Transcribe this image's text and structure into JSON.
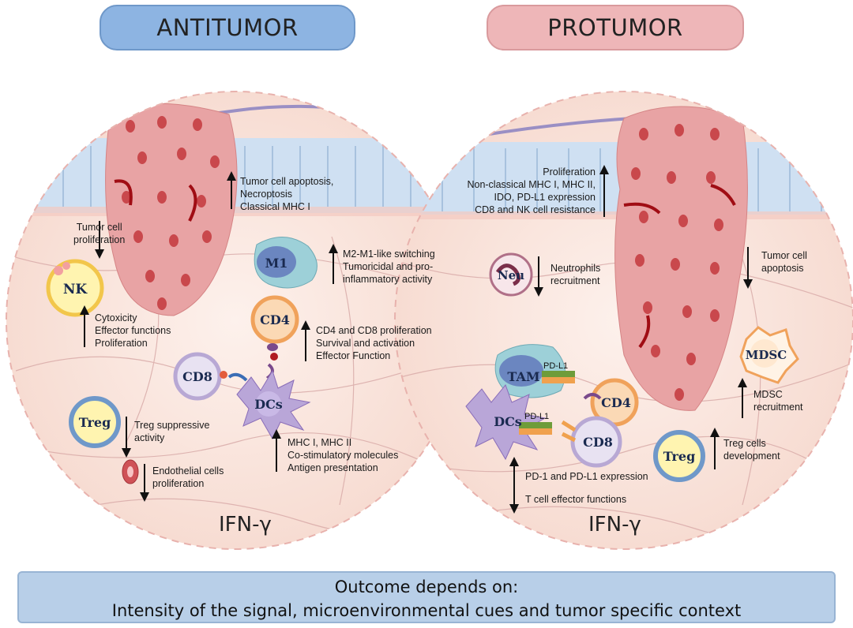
{
  "headers": {
    "antitumor": "ANTITUMOR",
    "protumor": "PROTUMOR"
  },
  "cells": {
    "nk": "NK",
    "m1": "M1",
    "cd4_left": "CD4",
    "cd8_left": "CD8",
    "dcs_left": "DCs",
    "treg_left": "Treg",
    "neu": "Neu",
    "tam": "TAM",
    "dcs_right": "DCs",
    "cd4_right": "CD4",
    "cd8_right": "CD8",
    "mdsc": "MDSC",
    "treg_right": "Treg",
    "pdl1_tam": "PD-L1",
    "pdl1_dcs": "PD-L1"
  },
  "antitumor": {
    "tumor_apoptosis": [
      "Tumor cell apoptosis,",
      "Necroptosis",
      "Classical MHC I"
    ],
    "tumor_proliferation": [
      "Tumor cell",
      "proliferation"
    ],
    "m1_effects": [
      "M2-M1-like switching",
      "Tumoricidal and pro-",
      "inflammatory activity"
    ],
    "nk_effects": [
      "Cytoxicity",
      "Effector functions",
      "Proliferation"
    ],
    "cd4_cd8_effects": [
      "CD4 and CD8 proliferation",
      "Survival and activation",
      "Effector Function"
    ],
    "treg_effects": [
      "Treg suppressive",
      "activity"
    ],
    "endothelial": [
      "Endothelial cells",
      "proliferation"
    ],
    "dcs_effects": [
      "MHC I, MHC II",
      "Co-stimulatory molecules",
      "Antigen presentation"
    ],
    "ifn": "IFN-γ"
  },
  "protumor": {
    "proliferation": [
      "Proliferation",
      "Non-classical MHC I, MHC II,",
      "IDO, PD-L1 expression",
      "CD8 and NK cell resistance"
    ],
    "neutrophils": [
      "Neutrophils",
      "recruitment"
    ],
    "tumor_apoptosis": [
      "Tumor cell",
      "apoptosis"
    ],
    "mdsc": [
      "MDSC",
      "recruitment"
    ],
    "treg": [
      "Treg cells",
      "development"
    ],
    "pd1": "PD-1 and PD-L1 expression",
    "tcell": "T cell effector functions",
    "ifn": "IFN-γ"
  },
  "outcome": {
    "line1": "Outcome depends on:",
    "line2": "Intensity of the signal, microenvironmental  cues and tumor specific context"
  },
  "colors": {
    "antitumor_header": "#8db4e2",
    "protumor_header": "#eeb6b8",
    "outcome_box": "#b8cfe8",
    "tissue": "#fbe9e1",
    "epithelium": "#cfe0f2",
    "tumor": "#e59a9b"
  }
}
